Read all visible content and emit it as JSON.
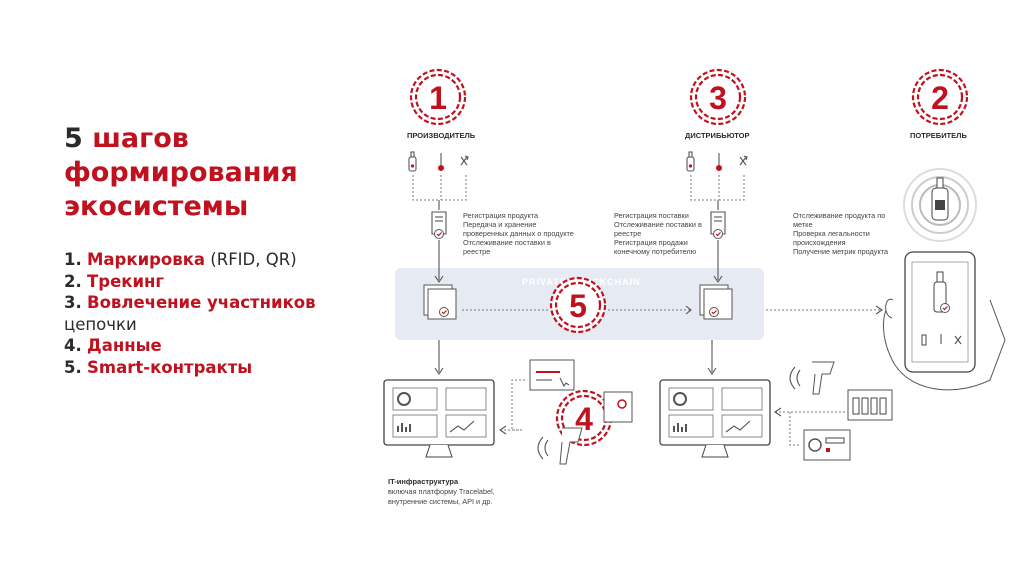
{
  "title": {
    "number": "5",
    "text": "шагов формирования экосистемы"
  },
  "steps": [
    {
      "num": "1.",
      "label": "Маркировка",
      "extra": " (RFID, QR)"
    },
    {
      "num": "2.",
      "label": "Трекинг",
      "extra": ""
    },
    {
      "num": "3.",
      "label": "Вовлечение участников",
      "extra": " цепочки"
    },
    {
      "num": "4.",
      "label": "Данные",
      "extra": ""
    },
    {
      "num": "5.",
      "label": "Smart-контракты",
      "extra": ""
    }
  ],
  "diagram": {
    "badges": [
      "1",
      "3",
      "2",
      "5",
      "4"
    ],
    "roles": {
      "producer": "ПРОИЗВОДИТЕЛЬ",
      "distributor": "ДИСТРИБЬЮТОР",
      "consumer": "ПОТРЕБИТЕЛЬ"
    },
    "producer_text": [
      "Регистрация продукта",
      "Передача и хранение",
      "проверенных данных о продукте",
      "Отслеживание поставки в",
      "реестре"
    ],
    "distributor_text": [
      "Регистрация поставки",
      "Отслеживание поставки в",
      "реестре",
      "Регистрация продажи",
      "конечному потребителю"
    ],
    "consumer_text": [
      "Отслеживание продукта по",
      "метке",
      "Проверка легальности",
      "происхождения",
      "Получение метрик продукта"
    ],
    "blockchain_label": "PRIVATE BLOCKCHAIN",
    "it_title": "IT-инфраструктура",
    "it_lines": [
      "включая платформу Tracelabel,",
      "внутренние системы, API и др."
    ],
    "colors": {
      "accent": "#c0111f",
      "panel": "#e6eaf2"
    }
  }
}
